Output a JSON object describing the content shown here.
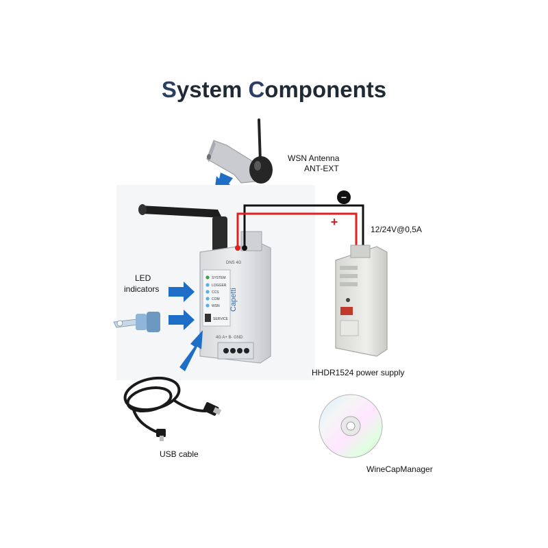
{
  "title": "System Components",
  "labels": {
    "antenna_line1": "WSN Antenna",
    "antenna_line2": "ANT-EXT",
    "led_line1": "LED",
    "led_line2": "indicators",
    "voltage": "12/24V@0,5A",
    "power_supply": "HHDR1524 power supply",
    "usb_cable": "USB cable",
    "software": "WineCapManager",
    "minus": "−",
    "plus": "+"
  },
  "device": {
    "brand": "Capetti",
    "led_names": [
      "SYSTEM",
      "LOGGER",
      "CCS",
      "COM",
      "WSN"
    ],
    "service": "SERVICE",
    "top_terminals": "DNS  4G",
    "bottom_terminals": "4G  A+  B-  GND"
  },
  "colors": {
    "arrow": "#1e6ec8",
    "wire_positive": "#e02020",
    "wire_negative": "#111111",
    "title": "#1f2a36"
  }
}
